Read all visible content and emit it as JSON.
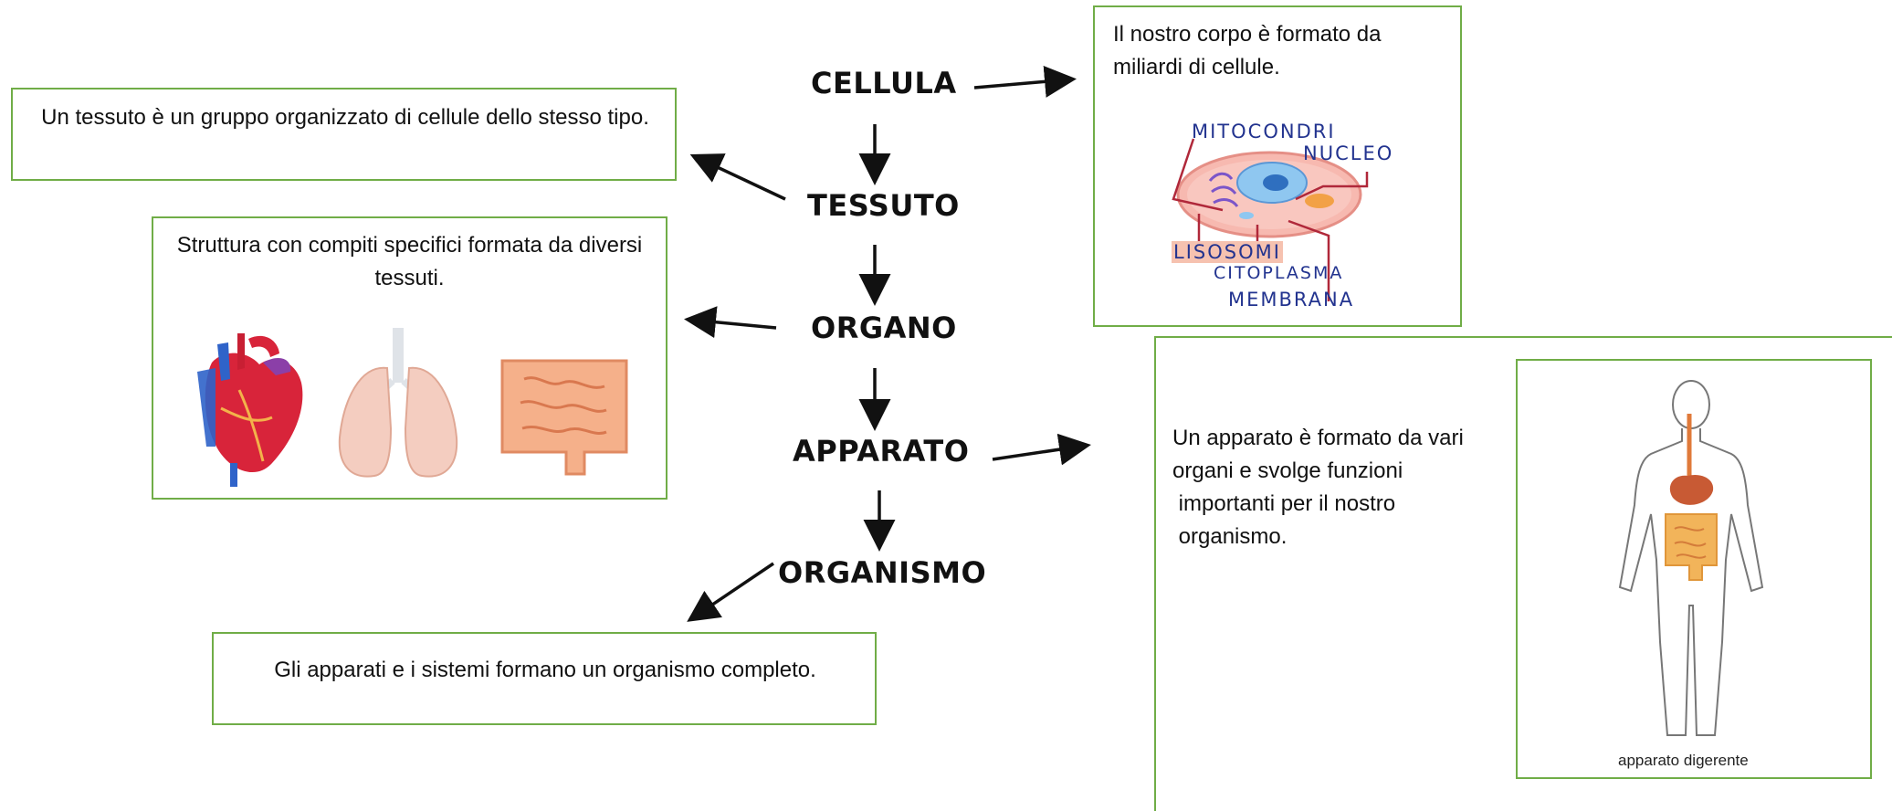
{
  "levels": {
    "cellula": "CELLULA",
    "tessuto": "TESSUTO",
    "organo": "ORGANO",
    "apparato": "APPARATO",
    "organismo": "ORGANISMO"
  },
  "definitions": {
    "cellula": "Il nostro corpo è formato da miliardi di cellule.",
    "tessuto": "Un tessuto è un gruppo organizzato di cellule dello stesso tipo.",
    "organo": "Struttura con compiti specifici formata da diversi tessuti.",
    "apparato_line1": "Un apparato è formato da vari",
    "apparato_line2": "organi e svolge funzioni",
    "apparato_line3": " importanti per il nostro",
    "apparato_line4": " organismo.",
    "organismo": "Gli apparati e i sistemi formano un organismo completo."
  },
  "cell_diagram_labels": {
    "mitocondri": "MITOCONDRI",
    "nucleo": "NUCLEO",
    "lisosomi": "LISOSOMI",
    "citoplasma": "CITOPLASMA",
    "membrana": "MEMBRANA"
  },
  "body_caption": "apparato digerente",
  "colors": {
    "box_border": "#70ad47",
    "cell_label": "#22338f",
    "cell_arrow": "#b0283a"
  }
}
